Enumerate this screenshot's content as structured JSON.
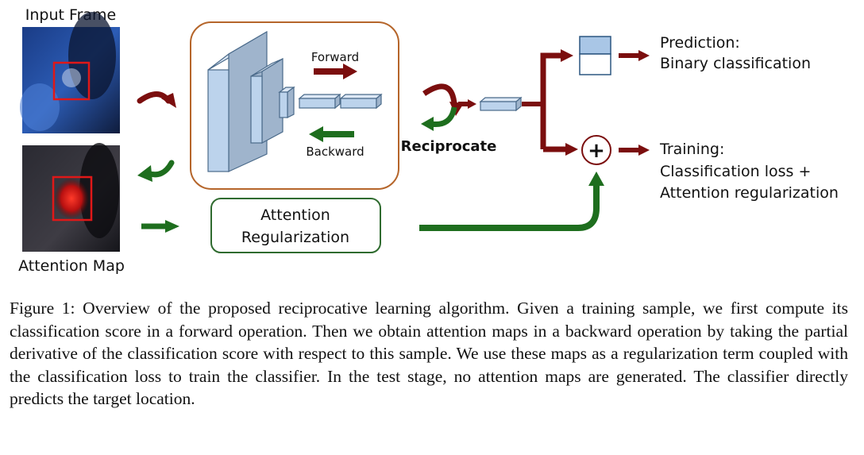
{
  "diagram": {
    "input_frame_label": "Input Frame",
    "attention_map_label": "Attention Map",
    "forward_label": "Forward",
    "backward_label": "Backward",
    "reciprocate_label": "Reciprocate",
    "attention_regularization_label": [
      "Attention",
      "Regularization"
    ],
    "plus_symbol": "+",
    "prediction_label": [
      "Prediction:",
      "Binary classification"
    ],
    "training_label": [
      "Training:",
      "Classification loss +",
      "Attention regularization"
    ]
  },
  "caption": "Figure 1: Overview of the proposed reciprocative learning algorithm. Given a training sample, we first compute its classification score in a forward operation. Then we obtain attention maps in a backward operation by taking the partial derivative of the classification score with respect to this sample. We use these maps as a regularization term coupled with the classification loss to train the classifier. In the test stage, no attention maps are generated. The classifier directly predicts the target location.",
  "colors": {
    "forward_arrow": "#7b0e0e",
    "backward_arrow": "#1e6e1e",
    "network_box_border": "#b5652a",
    "regularization_box_border": "#2f6b2f",
    "layer_fill": "#bcd3ec",
    "target_box": "#e01818"
  }
}
